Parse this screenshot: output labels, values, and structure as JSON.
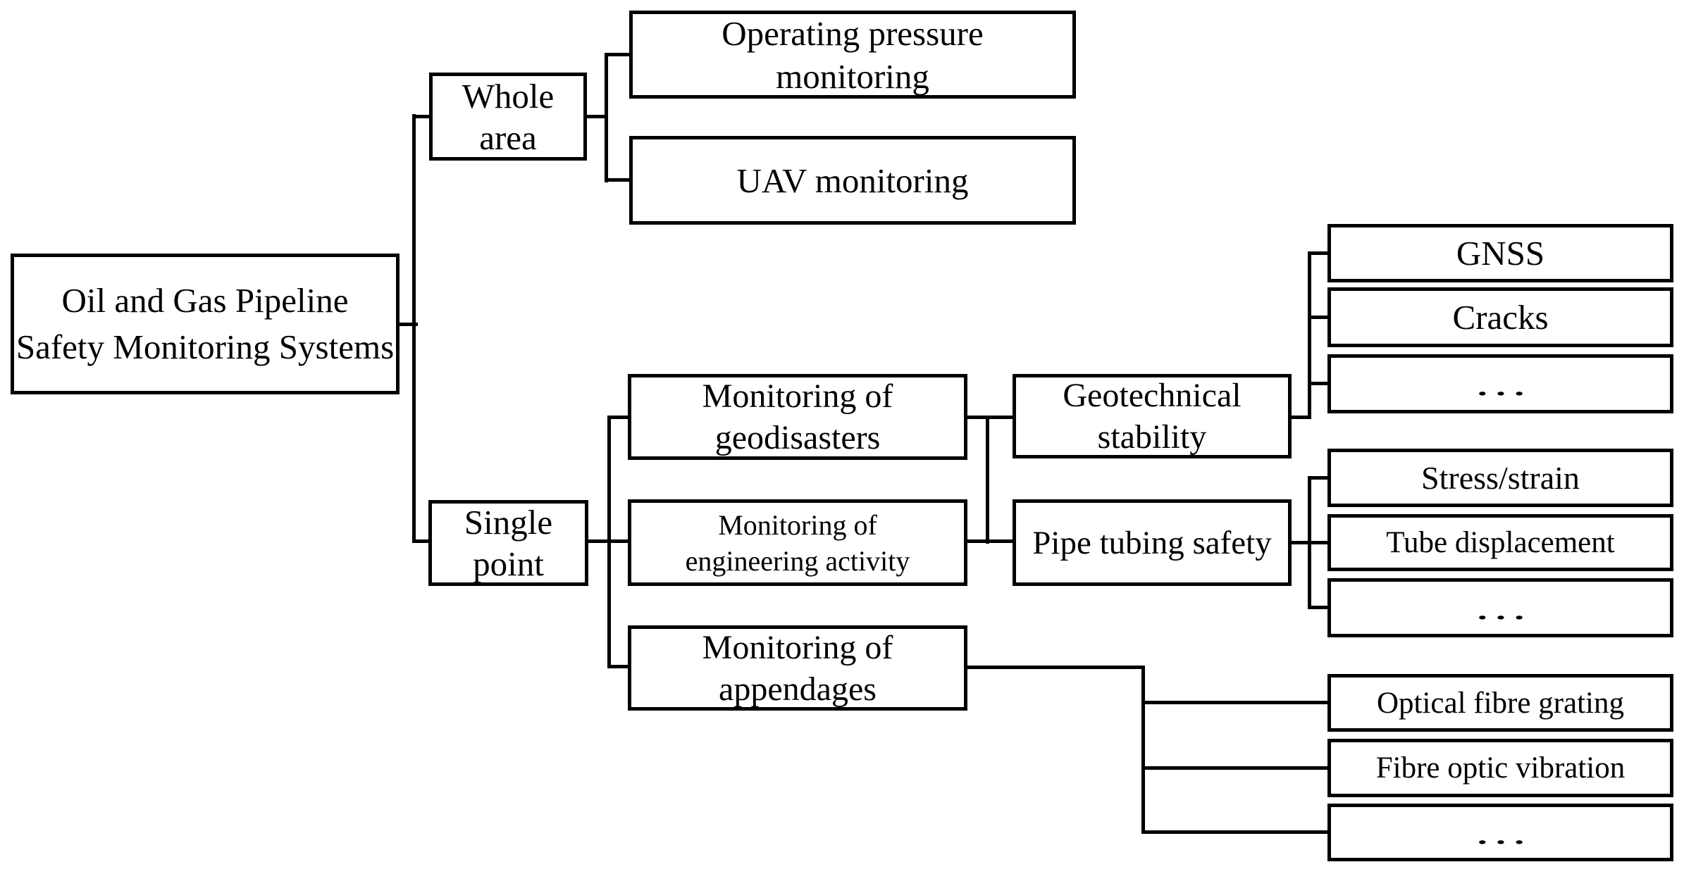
{
  "colors": {
    "background": "#ffffff",
    "line": "#000000",
    "text": "#000000"
  },
  "nodes": {
    "root": "Oil and Gas Pipeline Safety Monitoring Systems",
    "whole_area": "Whole area",
    "operating_pressure": "Operating pressure monitoring",
    "uav_monitoring": "UAV monitoring",
    "single_point": "Single point",
    "geodisasters": "Monitoring of geodisasters",
    "engineering_activity": "Monitoring of engineering activity",
    "appendages": "Monitoring of appendages",
    "geotechnical_stability": "Geotechnical stability",
    "pipe_tubing_safety": "Pipe tubing safety",
    "gnss": "GNSS",
    "cracks": "Cracks",
    "ellipsis_1": "…",
    "stress_strain": "Stress/strain",
    "tube_displacement": "Tube displacement",
    "ellipsis_2": "…",
    "optical_fibre_grating": "Optical fibre grating",
    "fibre_optic_vibration": "Fibre optic vibration",
    "ellipsis_3": "…"
  },
  "edges": [
    {
      "from": "root",
      "to": "whole_area"
    },
    {
      "from": "root",
      "to": "single_point"
    },
    {
      "from": "whole_area",
      "to": "operating_pressure"
    },
    {
      "from": "whole_area",
      "to": "uav_monitoring"
    },
    {
      "from": "single_point",
      "to": "geodisasters"
    },
    {
      "from": "single_point",
      "to": "engineering_activity"
    },
    {
      "from": "single_point",
      "to": "appendages"
    },
    {
      "from": "geodisasters",
      "to": "geotechnical_stability"
    },
    {
      "from": "engineering_activity",
      "to": "pipe_tubing_safety"
    },
    {
      "from": "geotechnical_stability",
      "to": "gnss"
    },
    {
      "from": "geotechnical_stability",
      "to": "cracks"
    },
    {
      "from": "geotechnical_stability",
      "to": "ellipsis_1"
    },
    {
      "from": "pipe_tubing_safety",
      "to": "stress_strain"
    },
    {
      "from": "pipe_tubing_safety",
      "to": "tube_displacement"
    },
    {
      "from": "pipe_tubing_safety",
      "to": "ellipsis_2"
    },
    {
      "from": "appendages",
      "to": "optical_fibre_grating"
    },
    {
      "from": "appendages",
      "to": "fibre_optic_vibration"
    },
    {
      "from": "appendages",
      "to": "ellipsis_3"
    }
  ]
}
